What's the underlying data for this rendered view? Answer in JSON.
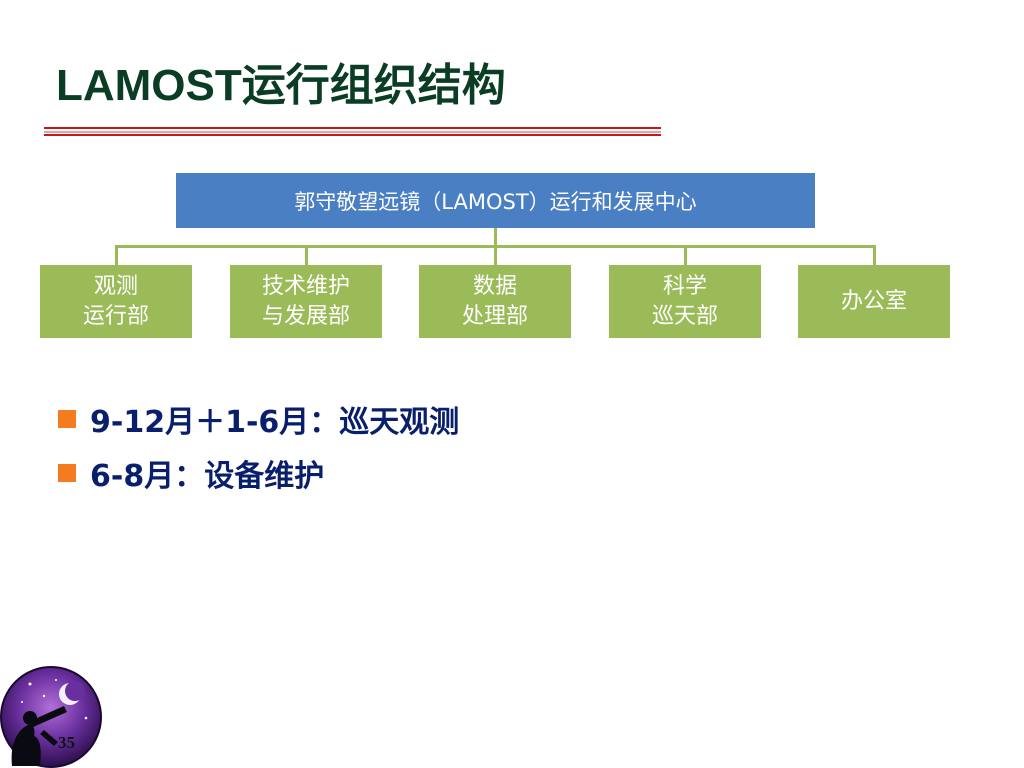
{
  "slide": {
    "title": "LAMOST运行组织结构",
    "page_number": "35"
  },
  "org_chart": {
    "root": "郭守敬望远镜（LAMOST）运行和发展中心",
    "units": [
      {
        "line1": "观测",
        "line2": "运行部"
      },
      {
        "line1": "技术维护",
        "line2": "与发展部"
      },
      {
        "line1": "数据",
        "line2": "处理部"
      },
      {
        "line1": "科学",
        "line2": "巡天部"
      },
      {
        "line1": "办公室",
        "line2": ""
      }
    ]
  },
  "bullets": [
    "9-12月＋1-6月：巡天观测",
    "6-8月：设备维护"
  ],
  "colors": {
    "title": "#0b3d24",
    "rule": "#c4161c",
    "root_box": "#4a7fc4",
    "unit_box": "#9bbb59",
    "bullet_text": "#0a1f6b",
    "bullet_marker": "#f47b20"
  },
  "logo": {
    "icon": "telescope-observer-icon"
  }
}
